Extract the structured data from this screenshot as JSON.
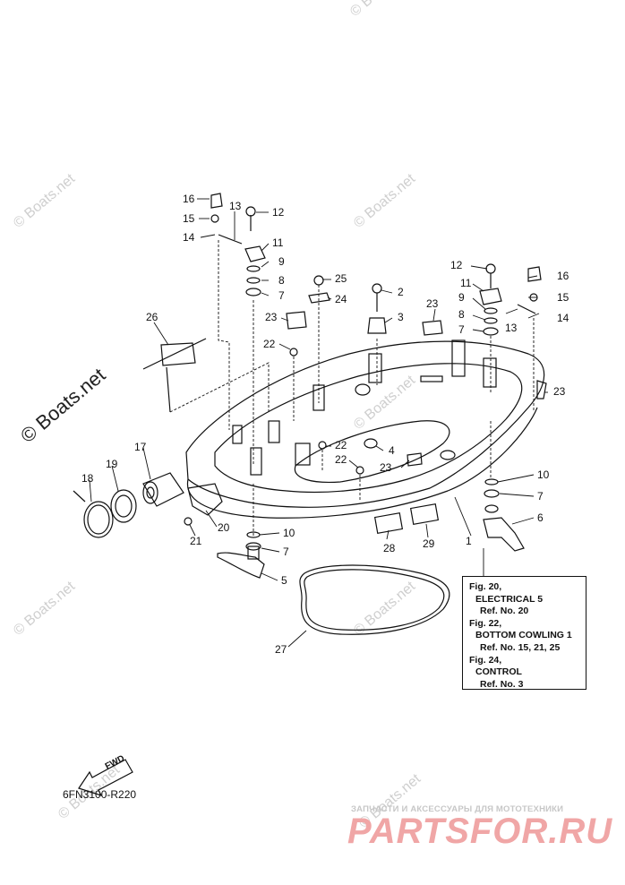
{
  "callouts": [
    {
      "id": "c16a",
      "text": "16"
    },
    {
      "id": "c15a",
      "text": "15"
    },
    {
      "id": "c14a",
      "text": "14"
    },
    {
      "id": "c13a",
      "text": "13"
    },
    {
      "id": "c12a",
      "text": "12"
    },
    {
      "id": "c11a",
      "text": "11"
    },
    {
      "id": "c9a",
      "text": "9"
    },
    {
      "id": "c8a",
      "text": "8"
    },
    {
      "id": "c7a",
      "text": "7"
    },
    {
      "id": "c25",
      "text": "25"
    },
    {
      "id": "c24",
      "text": "24"
    },
    {
      "id": "c2",
      "text": "2"
    },
    {
      "id": "c3",
      "text": "3"
    },
    {
      "id": "c23a",
      "text": "23"
    },
    {
      "id": "c23b",
      "text": "23"
    },
    {
      "id": "c22a",
      "text": "22"
    },
    {
      "id": "c26",
      "text": "26"
    },
    {
      "id": "c12b",
      "text": "12"
    },
    {
      "id": "c16b",
      "text": "16"
    },
    {
      "id": "c11b",
      "text": "11"
    },
    {
      "id": "c15b",
      "text": "15"
    },
    {
      "id": "c9b",
      "text": "9"
    },
    {
      "id": "c8b",
      "text": "8"
    },
    {
      "id": "c14b",
      "text": "14"
    },
    {
      "id": "c7b",
      "text": "7"
    },
    {
      "id": "c13b",
      "text": "13"
    },
    {
      "id": "c23c",
      "text": "23"
    },
    {
      "id": "c22b",
      "text": "22"
    },
    {
      "id": "c4",
      "text": "4"
    },
    {
      "id": "c22c",
      "text": "22"
    },
    {
      "id": "c23d",
      "text": "23"
    },
    {
      "id": "c17",
      "text": "17"
    },
    {
      "id": "c18",
      "text": "18"
    },
    {
      "id": "c19",
      "text": "19"
    },
    {
      "id": "c10a",
      "text": "10"
    },
    {
      "id": "c7c",
      "text": "7"
    },
    {
      "id": "c6",
      "text": "6"
    },
    {
      "id": "c20",
      "text": "20"
    },
    {
      "id": "c21",
      "text": "21"
    },
    {
      "id": "c10b",
      "text": "10"
    },
    {
      "id": "c7d",
      "text": "7"
    },
    {
      "id": "c28",
      "text": "28"
    },
    {
      "id": "c29",
      "text": "29"
    },
    {
      "id": "c1",
      "text": "1"
    },
    {
      "id": "c5",
      "text": "5"
    },
    {
      "id": "c27",
      "text": "27"
    }
  ],
  "reference_box": {
    "lines": [
      "Fig. 20,",
      "ELECTRICAL 5",
      "Ref. No. 20",
      "Fig. 22,",
      "BOTTOM COWLING 1",
      "Ref. No. 15, 21, 25",
      "Fig. 24,",
      "CONTROL",
      "Ref. No. 3"
    ]
  },
  "fwd_label": "FWD",
  "diagram_code": "6FN3100-R220",
  "watermark": "© Boats.net",
  "parts_tagline": "ЗАПЧАСТИ И АКСЕССУАРЫ ДЛЯ МОТОТЕХНИКИ",
  "parts_logo": "PARTSFOR.RU",
  "colors": {
    "line": "#111111",
    "watermark": "#cfcfcf",
    "logo": "#f0a6a6"
  }
}
